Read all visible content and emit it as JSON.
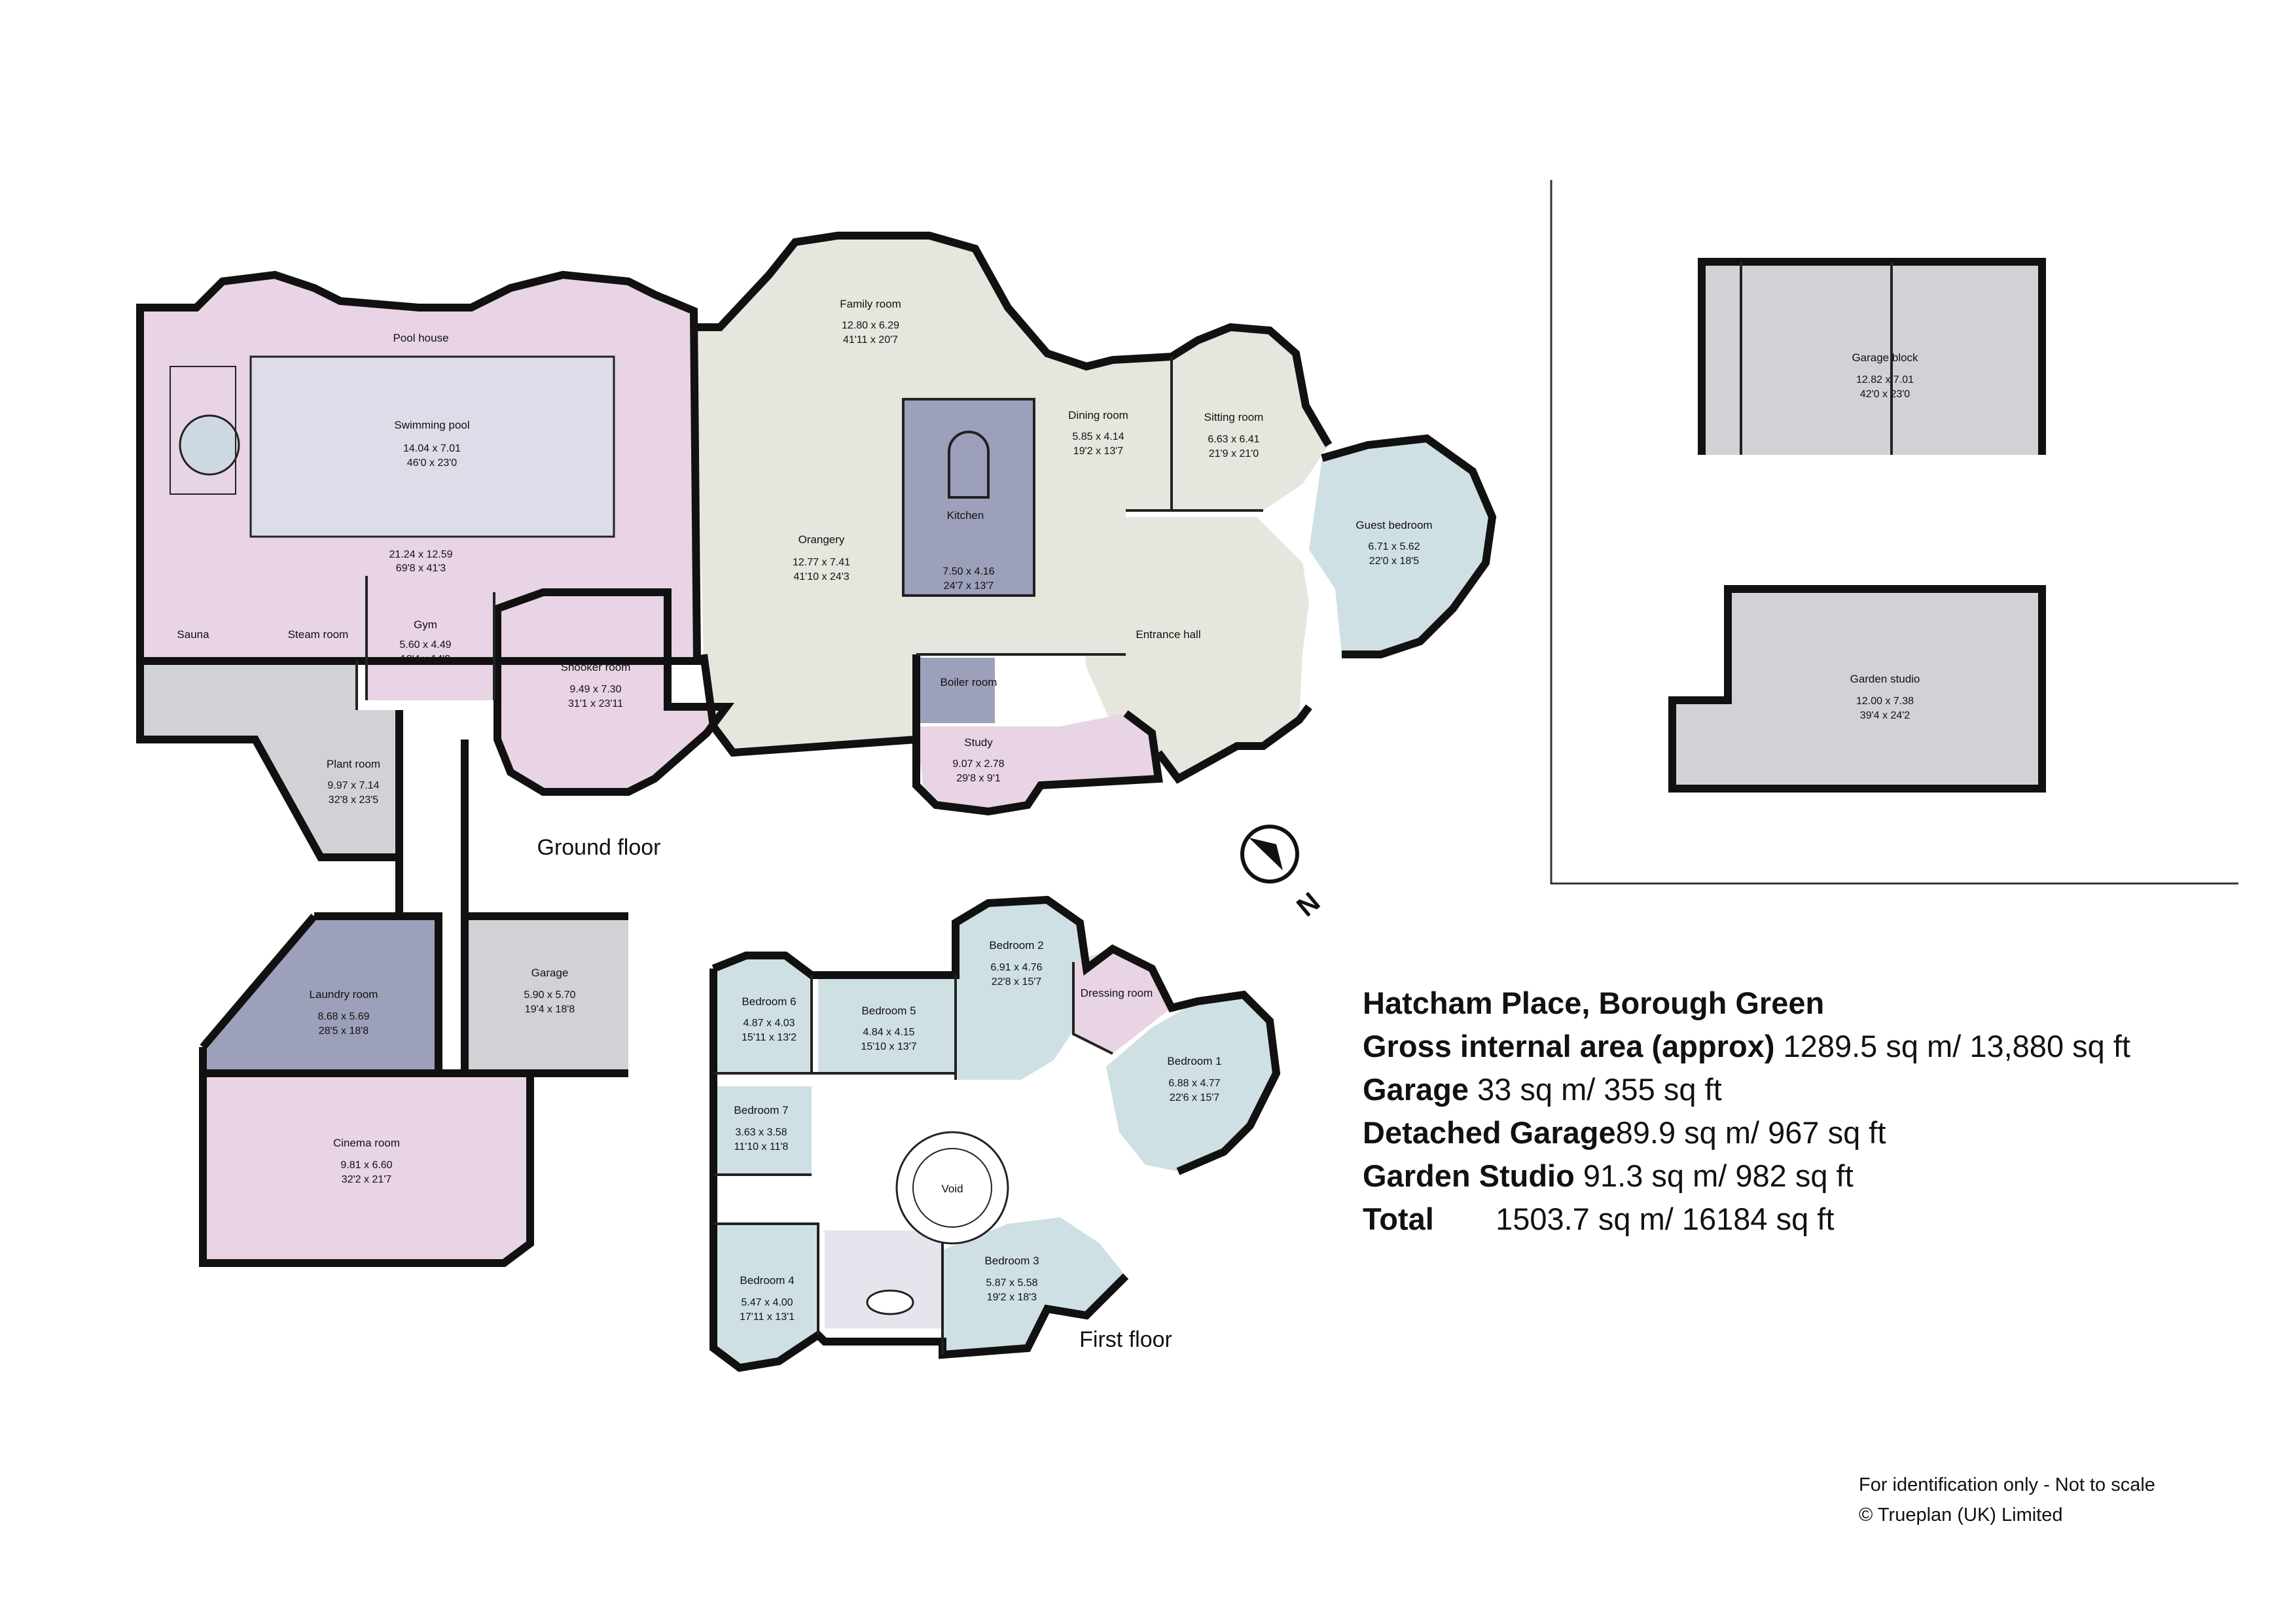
{
  "property_title": "Hatcham Place, Borough Green",
  "areas": [
    {
      "label": "Gross internal area (approx)",
      "value": "1289.5 sq m/ 13,880 sq ft"
    },
    {
      "label": "Garage",
      "value": "33 sq m/ 355 sq ft"
    },
    {
      "label": "Detached Garage",
      "value": "89.9 sq m/ 967 sq ft"
    },
    {
      "label": "Garden Studio",
      "value": "91.3 sq m/ 982 sq ft"
    },
    {
      "label": "Total",
      "value": "1503.7 sq m/ 16184 sq ft"
    }
  ],
  "footer": {
    "note": "For identification only - Not to scale",
    "copyright": "© Trueplan (UK) Limited"
  },
  "compass": {
    "label": "N"
  },
  "ground_floor": {
    "title": "Ground floor",
    "rooms": [
      {
        "name": "Pool house",
        "dims": [
          "21.24 x 12.59",
          "69'8 x 41'3"
        ]
      },
      {
        "name": "Swimming pool",
        "dims": [
          "14.04 x 7.01",
          "46'0 x 23'0"
        ]
      },
      {
        "name": "Sauna",
        "dims": []
      },
      {
        "name": "Steam room",
        "dims": []
      },
      {
        "name": "Gym",
        "dims": [
          "5.60 x 4.49",
          "18'4 x 14'8"
        ]
      },
      {
        "name": "Snooker room",
        "dims": [
          "9.49 x 7.30",
          "31'1 x 23'11"
        ]
      },
      {
        "name": "Plant room",
        "dims": [
          "9.97 x 7.14",
          "32'8 x 23'5"
        ]
      },
      {
        "name": "Family room",
        "dims": [
          "12.80 x 6.29",
          "41'11 x 20'7"
        ]
      },
      {
        "name": "Orangery",
        "dims": [
          "12.77 x 7.41",
          "41'10 x 24'3"
        ]
      },
      {
        "name": "Kitchen",
        "dims": [
          "7.50 x 4.16",
          "24'7 x 13'7"
        ]
      },
      {
        "name": "Dining room",
        "dims": [
          "5.85 x 4.14",
          "19'2 x 13'7"
        ]
      },
      {
        "name": "Sitting room",
        "dims": [
          "6.63 x 6.41",
          "21'9 x 21'0"
        ]
      },
      {
        "name": "Guest bedroom",
        "dims": [
          "6.71 x 5.62",
          "22'0 x 18'5"
        ]
      },
      {
        "name": "Entrance hall",
        "dims": []
      },
      {
        "name": "Boiler room",
        "dims": []
      },
      {
        "name": "Study",
        "dims": [
          "9.07 x 2.78",
          "29'8 x 9'1"
        ]
      },
      {
        "name": "Laundry room",
        "dims": [
          "8.68 x 5.69",
          "28'5 x 18'8"
        ]
      },
      {
        "name": "Garage",
        "dims": [
          "5.90 x 5.70",
          "19'4 x 18'8"
        ]
      },
      {
        "name": "Cinema room",
        "dims": [
          "9.81 x 6.60",
          "32'2 x 21'7"
        ]
      }
    ]
  },
  "first_floor": {
    "title": "First floor",
    "rooms": [
      {
        "name": "Bedroom 6",
        "dims": [
          "4.87 x 4.03",
          "15'11 x 13'2"
        ]
      },
      {
        "name": "Bedroom 5",
        "dims": [
          "4.84 x 4.15",
          "15'10 x 13'7"
        ]
      },
      {
        "name": "Bedroom 2",
        "dims": [
          "6.91 x 4.76",
          "22'8 x 15'7"
        ]
      },
      {
        "name": "Dressing room",
        "dims": []
      },
      {
        "name": "Bedroom 1",
        "dims": [
          "6.88 x 4.77",
          "22'6 x 15'7"
        ]
      },
      {
        "name": "Bedroom 7",
        "dims": [
          "3.63 x 3.58",
          "11'10 x 11'8"
        ]
      },
      {
        "name": "Void",
        "dims": []
      },
      {
        "name": "Bedroom 4",
        "dims": [
          "5.47 x 4.00",
          "17'11 x 13'1"
        ]
      },
      {
        "name": "Bedroom 3",
        "dims": [
          "5.87 x 5.58",
          "19'2 x 18'3"
        ]
      }
    ]
  },
  "outbuildings": {
    "rooms": [
      {
        "name": "Garage block",
        "dims": [
          "12.82 x 7.01",
          "42'0 x 23'0"
        ]
      },
      {
        "name": "Garden studio",
        "dims": [
          "12.00 x 7.38",
          "39'4 x 24'2"
        ]
      }
    ]
  }
}
